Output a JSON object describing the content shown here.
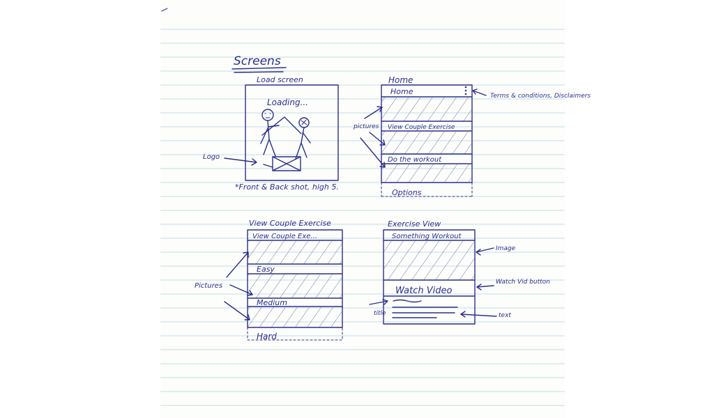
{
  "heading": "Screens",
  "screens": {
    "load": {
      "title": "Load screen",
      "loading_text": "Loading...",
      "note": "*Front & Back shot, high 5.",
      "logo_label": "Logo"
    },
    "home": {
      "title": "Home",
      "bar_label": "Home",
      "item_view": "View Couple Exercise",
      "item_do": "Do the workout",
      "item_options": "Options",
      "menu_note": "Terms & conditions, Disclaimers",
      "pictures_label": "pictures"
    },
    "view_couple": {
      "title": "View Couple Exercise",
      "bar_label": "View Couple Exe...",
      "item_easy": "Easy",
      "item_medium": "Medium",
      "item_hard": "Hard",
      "pictures_label": "Pictures"
    },
    "exercise": {
      "title": "Exercise View",
      "bar_label": "Something Workout",
      "button_label": "Watch Video",
      "image_note": "Image",
      "button_note": "Watch Vid button",
      "title_note": "title",
      "text_note": "text"
    }
  }
}
